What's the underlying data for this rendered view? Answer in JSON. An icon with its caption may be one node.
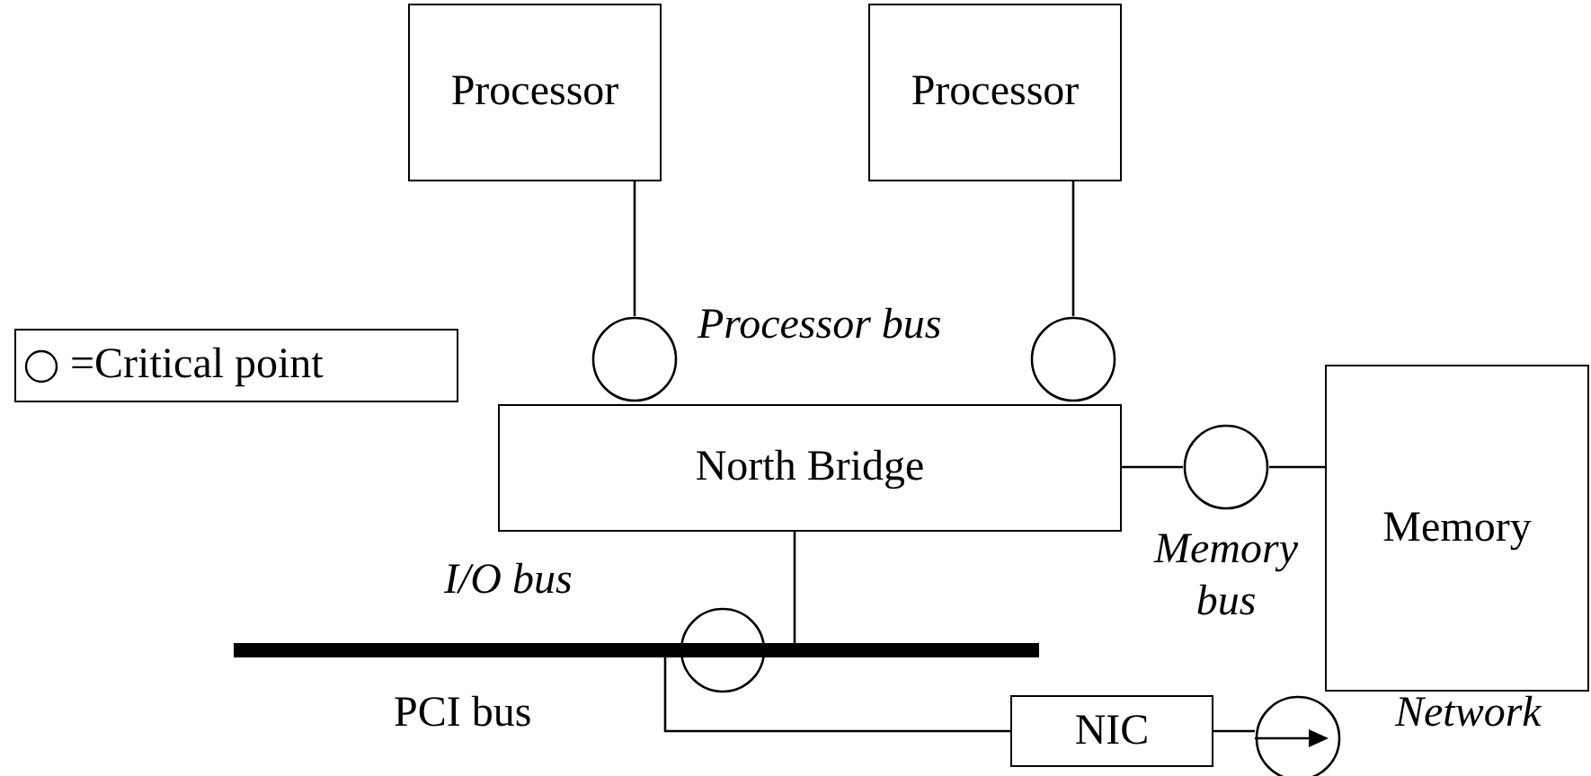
{
  "diagram": {
    "nodes": [
      {
        "text": [
          "Processor"
        ]
      },
      {
        "text": [
          "Processor"
        ]
      },
      {
        "text": [],
        "shape": "circle"
      },
      {
        "text": [],
        "shape": "circle"
      },
      {
        "text": [
          "North Bridge"
        ]
      },
      {
        "text": [],
        "shape": "circle"
      },
      {
        "text": [
          "Memory"
        ]
      },
      {
        "text": [],
        "shape": "circle"
      },
      {
        "text": [],
        "shape": "bar",
        "beside": [
          "PCI bus"
        ]
      },
      {
        "text": [
          "NIC"
        ]
      },
      {
        "text": [],
        "shape": "circle"
      }
    ],
    "edges": [
      {
        "from": 0,
        "to": 2,
        "arrow": "none"
      },
      {
        "from": 1,
        "to": 3,
        "arrow": "none"
      },
      {
        "from": 4,
        "to": 5,
        "arrow": "none"
      },
      {
        "from": 5,
        "to": 6,
        "arrow": "none"
      },
      {
        "from": 4,
        "to": 8,
        "arrow": "none"
      },
      {
        "from": 8,
        "to": 9,
        "arrow": "none"
      },
      {
        "from": 9,
        "to": 10,
        "arrow": "none"
      }
    ],
    "labels": [
      "Processor bus",
      "I/O bus",
      "Memory bus",
      "Network"
    ],
    "legend": [
      {
        "text": "=Critical point"
      }
    ]
  }
}
